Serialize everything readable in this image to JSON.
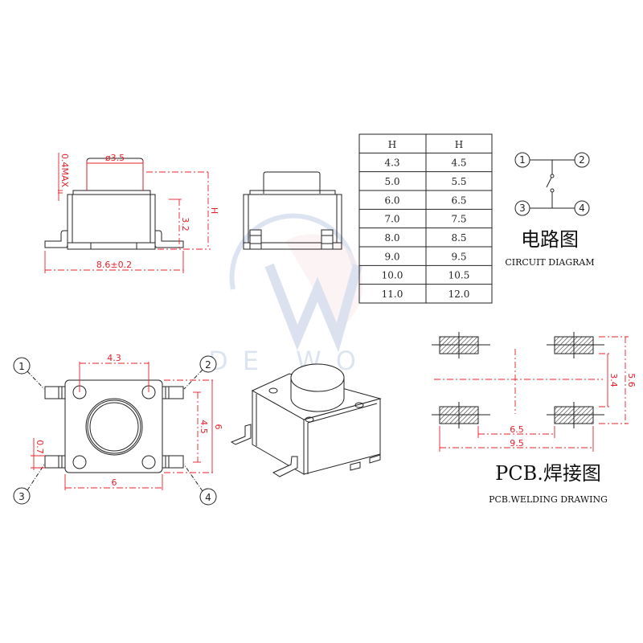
{
  "watermark": {
    "text": "DE WO"
  },
  "side_view": {
    "button_dia": "ø3.5",
    "max_label": "0.4MAX",
    "height_label": "H",
    "body_height": "3.2",
    "width": "8.6±0.2"
  },
  "top_view": {
    "pin_spacing_x": "4.3",
    "body_width": "6",
    "pin_spacing_y": "4.5",
    "body_height": "6",
    "lead_width": "0.7",
    "pins": [
      "1",
      "2",
      "3",
      "4"
    ]
  },
  "height_table": {
    "headers": [
      "H",
      "H"
    ],
    "rows": [
      [
        "4.3",
        "4.5"
      ],
      [
        "5.0",
        "5.5"
      ],
      [
        "6.0",
        "6.5"
      ],
      [
        "7.0",
        "7.5"
      ],
      [
        "8.0",
        "8.5"
      ],
      [
        "9.0",
        "9.5"
      ],
      [
        "10.0",
        "10.5"
      ],
      [
        "11.0",
        "12.0"
      ]
    ]
  },
  "circuit": {
    "pins": [
      "1",
      "2",
      "3",
      "4"
    ],
    "title_cn": "电路图",
    "title_en": "CIRCUIT DIAGRAM"
  },
  "pcb": {
    "dim_inner_y": "3.4",
    "dim_outer_y": "5.6",
    "dim_inner_x": "6.5",
    "dim_outer_x": "9.5",
    "title_cn": "PCB.焊接图",
    "title_en": "PCB.WELDING DRAWING"
  }
}
